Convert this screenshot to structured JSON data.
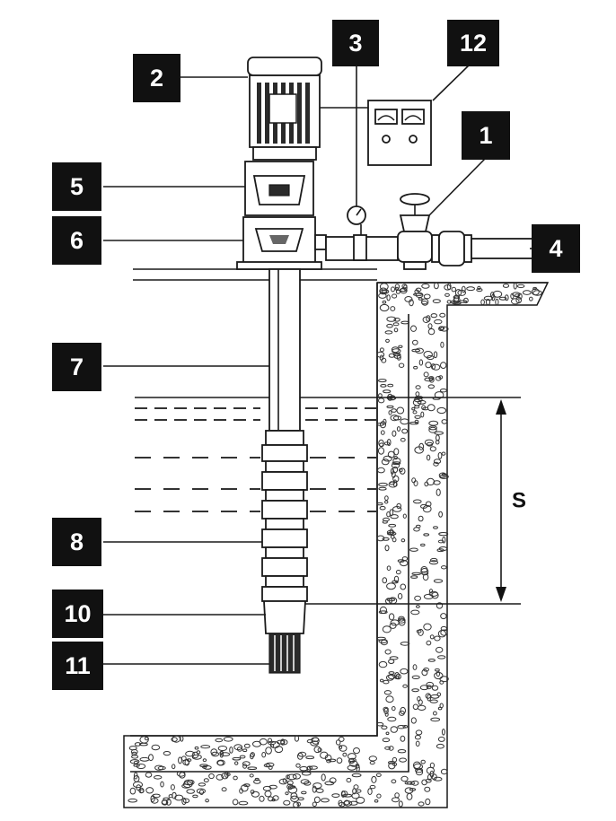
{
  "callouts": {
    "c1": "1",
    "c2": "2",
    "c3": "3",
    "c4": "4",
    "c5": "5",
    "c6": "6",
    "c7": "7",
    "c8": "8",
    "c10": "10",
    "c11": "11",
    "c12": "12"
  },
  "dimension": {
    "submergence_label": "S"
  },
  "colors": {
    "ink": "#111111",
    "background": "#ffffff",
    "concrete": "#bdbdbd"
  }
}
